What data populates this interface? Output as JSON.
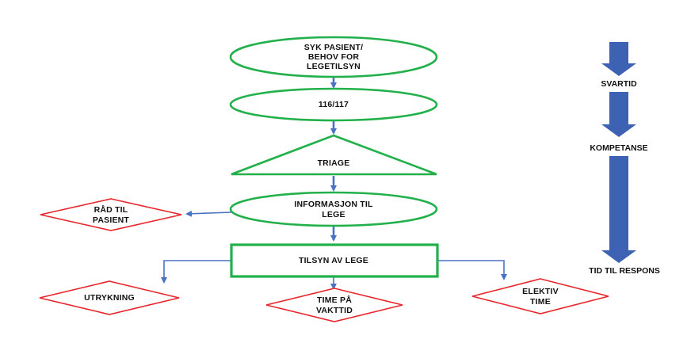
{
  "diagram": {
    "nodes": {
      "syk_pasient": [
        "SYK PASIENT/",
        "BEHOV FOR",
        "LEGETILSYN"
      ],
      "nr_116_117": "116/117",
      "triage": "TRIAGE",
      "informasjon": [
        "INFORMASJON TIL",
        "LEGE"
      ],
      "tilsyn": "TILSYN AV LEGE",
      "rad_til_pasient": [
        "RÅD TIL",
        "PASIENT"
      ],
      "utrykning": "UTRYKNING",
      "time_pa_vakttid": [
        "TIME PÅ",
        "VAKTTID"
      ],
      "elektiv_time": [
        "ELEKTIV",
        "TIME"
      ]
    },
    "side_labels": {
      "svartid": "SVARTID",
      "kompetanse": "KOMPETANSE",
      "tid_til_respons": "TID TIL RESPONS"
    },
    "colors": {
      "process_outline": "#22b04b",
      "outcome_outline": "#e8262b",
      "connector": "#4a72c4",
      "side_arrow": "#3d62b3"
    }
  }
}
